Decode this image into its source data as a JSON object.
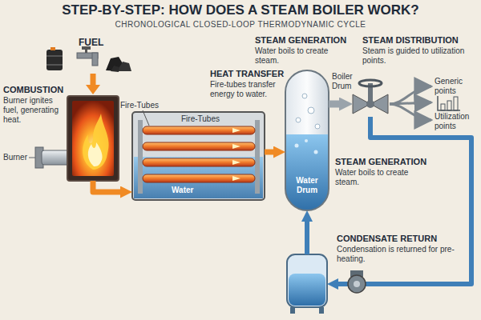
{
  "diagram": {
    "title": "STEP-BY-STEP: HOW DOES A STEAM BOILER WORK?",
    "nodes": [
      {
        "text": [
          "COMBUSTION",
          "Burner ignites fuel, generating heat."
        ]
      },
      {
        "text": [
          "HEAT TRANSFER",
          "Fire-tubes transfer energy to water."
        ]
      },
      {
        "text": [
          "STEAM GENERATION",
          "Water boils to create steam.",
          "Water Drum"
        ]
      },
      {
        "text": [
          "STEAM DISTRIBUTION",
          "Steam is guided to utilization points."
        ]
      },
      {
        "text": [
          "CONDENSATE RETURN",
          "Condensation is returned for pre-heating."
        ]
      }
    ],
    "edges": [
      {
        "from": 0,
        "to": 1,
        "arrow": "to"
      },
      {
        "from": 1,
        "to": 2,
        "arrow": "to"
      },
      {
        "from": 2,
        "to": 3,
        "arrow": "to"
      },
      {
        "from": 3,
        "to": 4,
        "arrow": "to"
      },
      {
        "from": 4,
        "to": 2,
        "arrow": "to"
      }
    ],
    "labels": [
      "CHRONOLOGICAL CLOSED-LOOP THERMODYNAMIC CYCLE",
      "FUEL",
      "Burner",
      "Fire-Tubes",
      "Fire-Tubes",
      "Water",
      "Boiler Drum",
      "STEAM GENERATION",
      "Water boils to create steam.",
      "Generic points",
      "Utilization points"
    ]
  }
}
